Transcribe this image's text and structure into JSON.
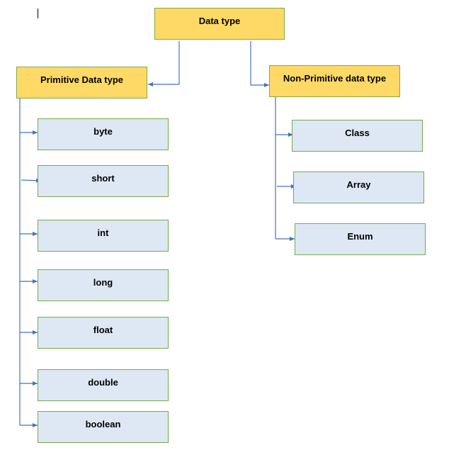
{
  "root": {
    "label": "Data type"
  },
  "primitive": {
    "label": "Primitive Data type",
    "children": [
      "byte",
      "short",
      "int",
      "long",
      "float",
      "double",
      "boolean"
    ]
  },
  "non_primitive": {
    "label": "Non-Primitive data type",
    "children": [
      "Class",
      "Array",
      "Enum"
    ]
  },
  "colors": {
    "header_fill": "#ffd966",
    "leaf_fill": "#dde8f4",
    "border": "#79a84a",
    "connector": "#4472c4"
  }
}
